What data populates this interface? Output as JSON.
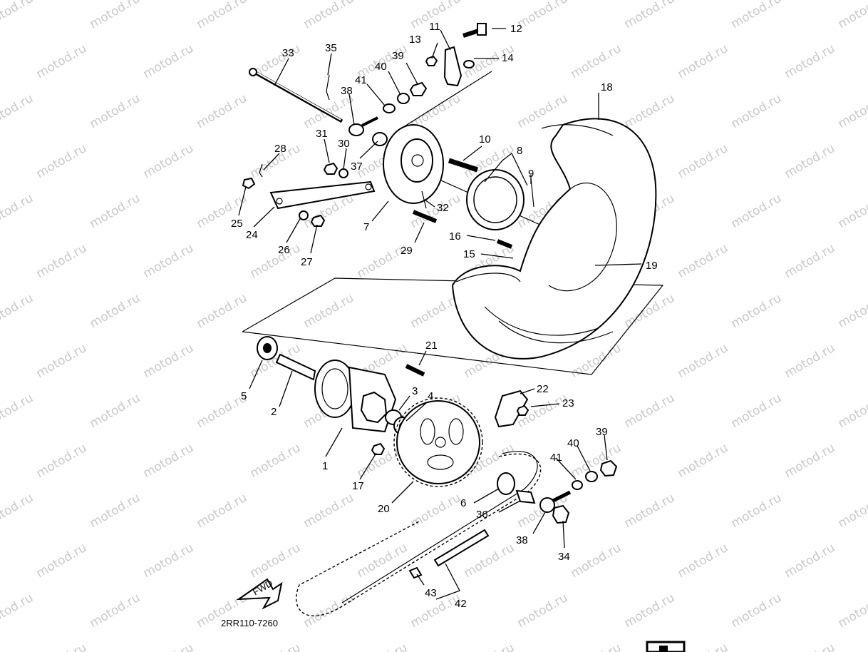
{
  "watermark": "motod.ru",
  "diagram_code": "2RR110-7260",
  "fwd_label": "FWD",
  "callouts": [
    "1",
    "2",
    "3",
    "4",
    "5",
    "6",
    "7",
    "8",
    "9",
    "10",
    "11",
    "12",
    "13",
    "14",
    "15",
    "16",
    "17",
    "18",
    "19",
    "20",
    "21",
    "22",
    "23",
    "24",
    "25",
    "26",
    "27",
    "28",
    "29",
    "30",
    "31",
    "32",
    "33",
    "34",
    "35",
    "36",
    "37",
    "38",
    "39",
    "40",
    "41",
    "42",
    "43",
    "38",
    "39",
    "40",
    "41"
  ]
}
